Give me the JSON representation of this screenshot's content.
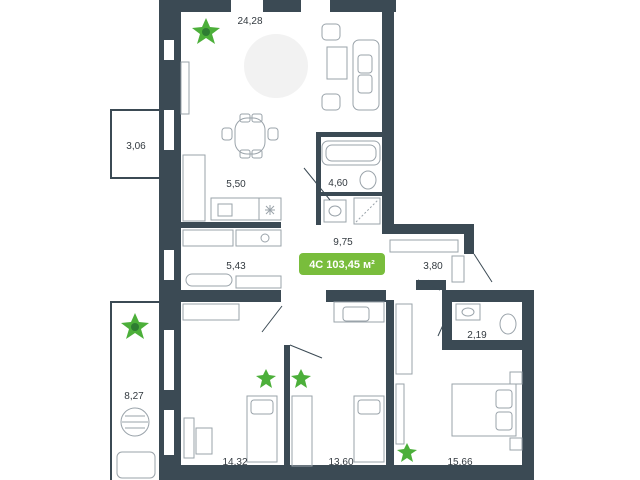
{
  "badge": {
    "label": "4С 103,45 м²",
    "color": "#79bd3c"
  },
  "colors": {
    "wall": "#3b4a54",
    "plant": "#4caf3a",
    "furniture": "#9aa3aa"
  },
  "rooms": {
    "living": "24,28",
    "loggia_top": "3,06",
    "kitchen": "5,50",
    "bathroom": "4,60",
    "hall": "9,75",
    "storage": "5,43",
    "corridor": "3,80",
    "wc": "2,19",
    "loggia_bottom": "8,27",
    "bedroom_left": "14,32",
    "bedroom_middle": "13,60",
    "bedroom_right": "15,66"
  },
  "icons": [
    "plant-icon",
    "snowflake-icon",
    "bathtub-icon",
    "toilet-icon",
    "sink-icon",
    "bed-icon",
    "sofa-icon",
    "table-icon",
    "desk-icon"
  ]
}
